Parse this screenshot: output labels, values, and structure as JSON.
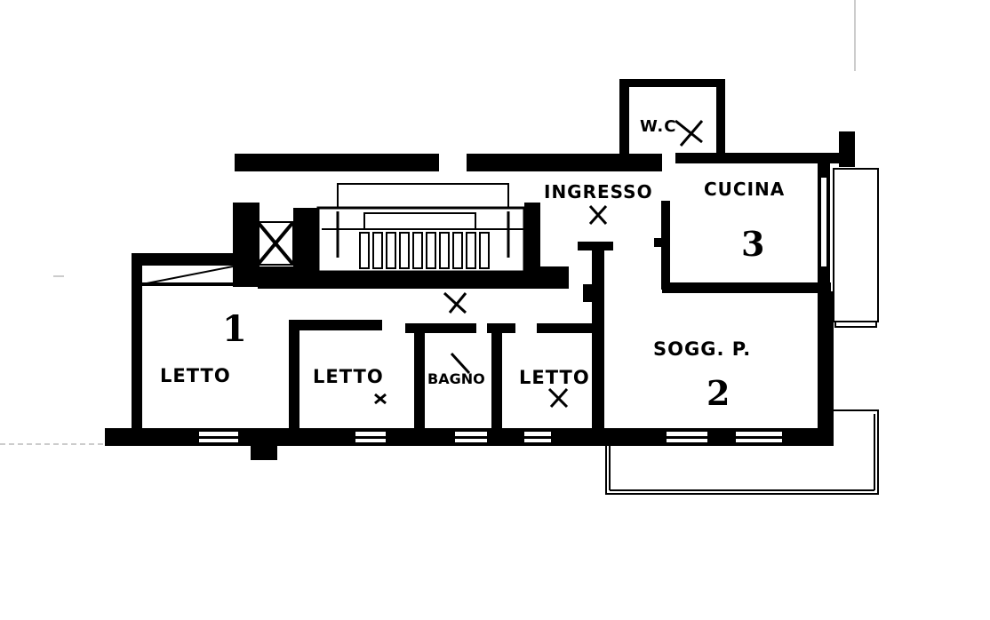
{
  "rooms": {
    "ingresso": {
      "label": "INGRESSO"
    },
    "wc": {
      "label": "W.C"
    },
    "cucina": {
      "label": "CUCINA",
      "number": "3"
    },
    "soggiorno": {
      "label": "SOGG. P.",
      "number": "2"
    },
    "letto_1": {
      "label": "LETTO",
      "number": "1"
    },
    "letto_2": {
      "label": "LETTO"
    },
    "bagno": {
      "label": "BAGNO"
    },
    "letto_3": {
      "label": "LETTO"
    }
  },
  "colors": {
    "wall": "#000000",
    "background": "#ffffff"
  }
}
